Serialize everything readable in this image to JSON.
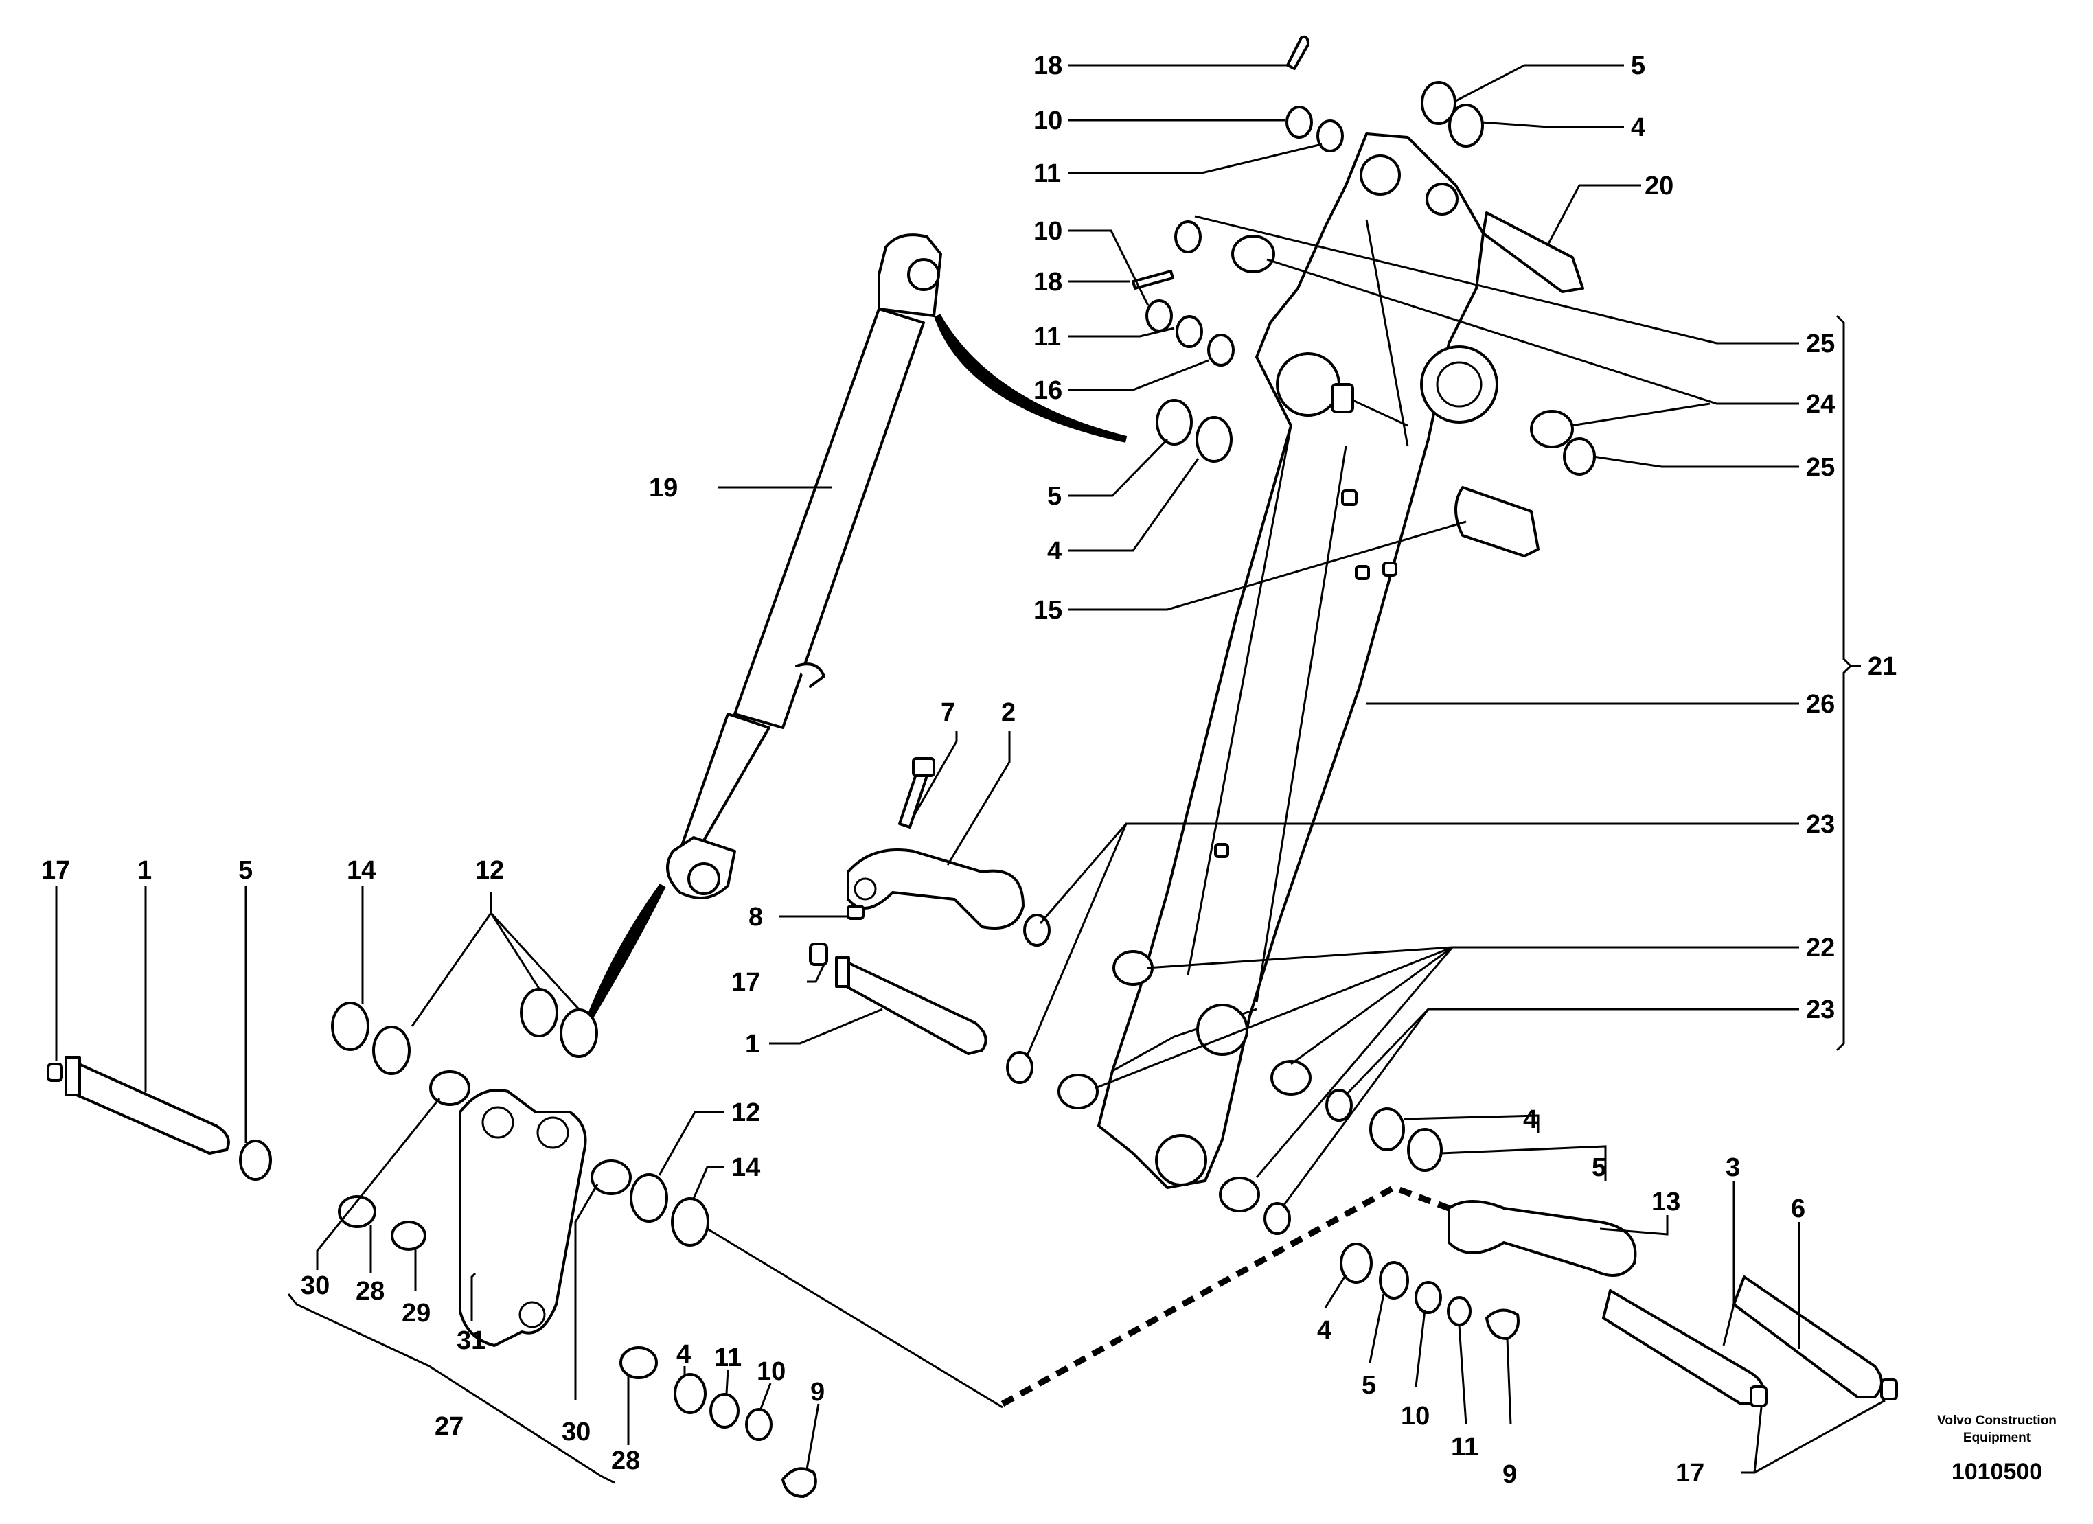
{
  "diagram": {
    "callouts": {
      "c18a": "18",
      "c10a": "10",
      "c11a": "11",
      "c10b": "10",
      "c18b": "18",
      "c11b": "11",
      "c16": "16",
      "c5a": "5",
      "c4a": "4",
      "c5b": "5",
      "c4b": "4",
      "c20": "20",
      "c25a": "25",
      "c24": "24",
      "c25b": "25",
      "c15": "15",
      "c19": "19",
      "c21": "21",
      "c26": "26",
      "c7": "7",
      "c2": "2",
      "c23a": "23",
      "c8": "8",
      "c17a": "17",
      "c1a": "1",
      "c22": "22",
      "c23b": "23",
      "c17b": "17",
      "c1b": "1",
      "c5c": "5",
      "c14a": "14",
      "c12a": "12",
      "c12b": "12",
      "c14b": "14",
      "c30a": "30",
      "c28a": "28",
      "c29": "29",
      "c31": "31",
      "c27": "27",
      "c30b": "30",
      "c28b": "28",
      "c4c": "4",
      "c11c": "11",
      "c10c": "10",
      "c9a": "9",
      "c4d": "4",
      "c5d": "5",
      "c13": "13",
      "c3": "3",
      "c6": "6",
      "c4e": "4",
      "c5e": "5",
      "c10d": "10",
      "c11d": "11",
      "c9b": "9",
      "c17c": "17"
    },
    "brand_line1": "Volvo Construction",
    "brand_line2": "Equipment",
    "reference_number": "1010500"
  }
}
